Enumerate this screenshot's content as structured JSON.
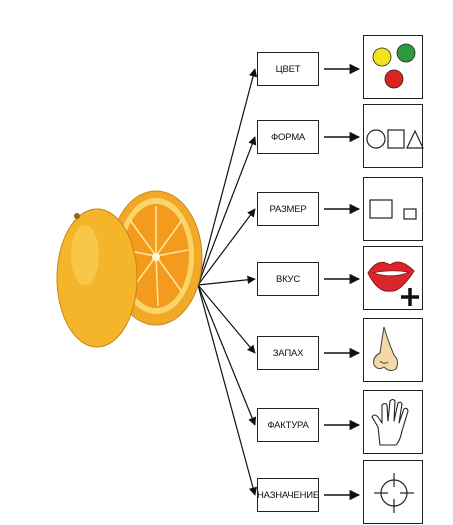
{
  "properties": [
    {
      "label": "ЦВЕТ",
      "icon": "colored-dots-icon"
    },
    {
      "label": "ФОРМА",
      "icon": "shapes-icon"
    },
    {
      "label": "РАЗМЕР",
      "icon": "size-rectangles-icon"
    },
    {
      "label": "ВКУС",
      "icon": "mouth-plus-icon"
    },
    {
      "label": "ЗАПАХ",
      "icon": "nose-icon"
    },
    {
      "label": "ФАКТУРА",
      "icon": "hand-icon"
    },
    {
      "label": "НАЗНАЧЕНИЕ",
      "icon": "target-icon"
    }
  ],
  "colors": {
    "orange_peel": "#f5b52a",
    "orange_flesh": "#f49a1c",
    "dot_yellow": "#f2e41c",
    "dot_green": "#2e9a3c",
    "dot_red": "#d8261f",
    "lips": "#d8262c"
  }
}
